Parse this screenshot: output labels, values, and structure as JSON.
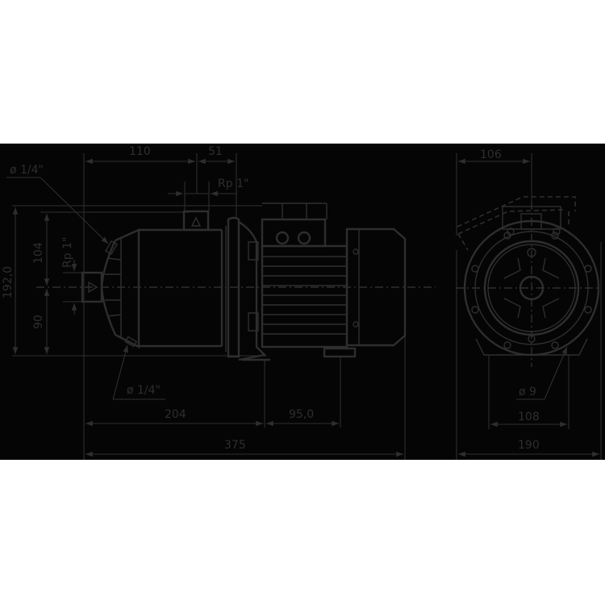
{
  "drawing": {
    "title": "Pump dimensional drawing",
    "colors": {
      "background": "#050505",
      "line": "#2e2e2e",
      "page": "#ffffff"
    },
    "front_view": {
      "dims": {
        "top_left": "110",
        "top_right": "51",
        "inlet_thread_top": "Rp 1\"",
        "inlet_thread_left": "Rp 1\"",
        "overall_height": "192,0",
        "upper_height": "104",
        "lower_height": "90",
        "bottom_left": "204",
        "bottom_right": "95,0",
        "overall_length": "375"
      },
      "annotations": {
        "drain_top": "ø 1/4\"",
        "drain_bottom": "ø 1/4\""
      },
      "flow_symbols": [
        "triangle-up",
        "triangle-right"
      ]
    },
    "side_view": {
      "dims": {
        "top_width": "106",
        "foot_width": "108",
        "overall_width": "190",
        "hole_diameter": "ø 9"
      }
    }
  }
}
